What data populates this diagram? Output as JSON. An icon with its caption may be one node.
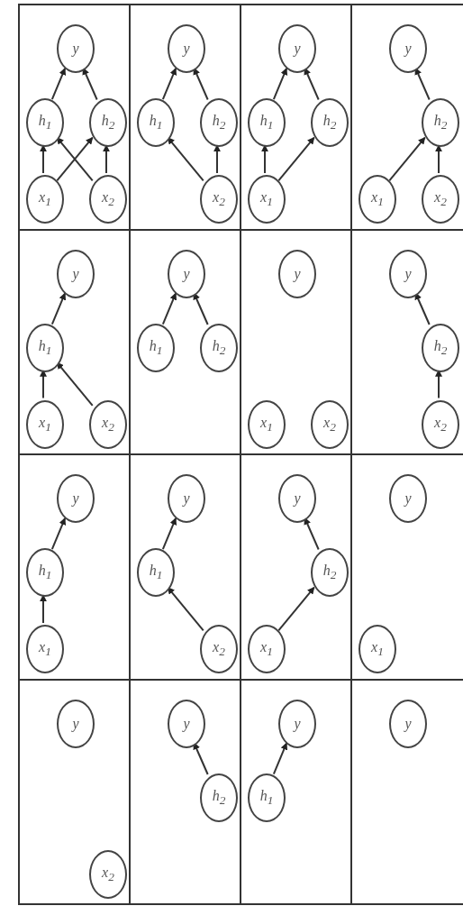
{
  "diagram": {
    "nodes": [
      {
        "text": [],
        "shape": "box"
      },
      {
        "text": [
          "y"
        ],
        "in": 0
      },
      {
        "text": [
          "h$_{1}$"
        ],
        "in": 0
      },
      {
        "text": [
          "h$_{2}$"
        ],
        "in": 0
      },
      {
        "text": [
          "x$_{1}$"
        ],
        "in": 0
      },
      {
        "text": [
          "x$_{2}$"
        ],
        "in": 0
      },
      {
        "text": [],
        "shape": "box"
      },
      {
        "text": [
          "y"
        ],
        "in": 6
      },
      {
        "text": [
          "h$_{1}$"
        ],
        "in": 6
      },
      {
        "text": [
          "h$_{2}$"
        ],
        "in": 6
      },
      {
        "text": [
          "x$_{2}$"
        ],
        "in": 6
      },
      {
        "text": [],
        "shape": "box"
      },
      {
        "text": [
          "y"
        ],
        "in": 11
      },
      {
        "text": [
          "h$_{1}$"
        ],
        "in": 11
      },
      {
        "text": [
          "h$_{2}$"
        ],
        "in": 11
      },
      {
        "text": [
          "x$_{1}$"
        ],
        "in": 11
      },
      {
        "text": [],
        "shape": "box"
      },
      {
        "text": [
          "y"
        ],
        "in": 16
      },
      {
        "text": [
          "h$_{2}$"
        ],
        "in": 16
      },
      {
        "text": [
          "x$_{1}$"
        ],
        "in": 16
      },
      {
        "text": [
          "x$_{2}$"
        ],
        "in": 16
      },
      {
        "text": [],
        "shape": "box"
      },
      {
        "text": [
          "y"
        ],
        "in": 21
      },
      {
        "text": [
          "h$_{1}$"
        ],
        "in": 21
      },
      {
        "text": [
          "x$_{1}$"
        ],
        "in": 21
      },
      {
        "text": [
          "x$_{2}$"
        ],
        "in": 21
      },
      {
        "text": [],
        "shape": "box"
      },
      {
        "text": [
          "y"
        ],
        "in": 26
      },
      {
        "text": [
          "h$_{1}$"
        ],
        "in": 26
      },
      {
        "text": [
          "h$_{2}$"
        ],
        "in": 26
      },
      {
        "text": [],
        "shape": "box"
      },
      {
        "text": [
          "y"
        ],
        "in": 30
      },
      {
        "text": [
          "x$_{1}$"
        ],
        "in": 30
      },
      {
        "text": [
          "x$_{2}$"
        ],
        "in": 30
      },
      {
        "text": [],
        "shape": "box"
      },
      {
        "text": [
          "y"
        ],
        "in": 34
      },
      {
        "text": [
          "h$_{2}$"
        ],
        "in": 34
      },
      {
        "text": [
          "x$_{2}$"
        ],
        "in": 34
      },
      {
        "text": [],
        "shape": "box"
      },
      {
        "text": [
          "y"
        ],
        "in": 38
      },
      {
        "text": [
          "h$_{1}$"
        ],
        "in": 38
      },
      {
        "text": [
          "x$_{1}$"
        ],
        "in": 38
      },
      {
        "text": [],
        "shape": "box"
      },
      {
        "text": [
          "y"
        ],
        "in": 42
      },
      {
        "text": [
          "h$_{1}$"
        ],
        "in": 42
      },
      {
        "text": [
          "x$_{2}$"
        ],
        "in": 42
      },
      {
        "text": [],
        "shape": "box"
      },
      {
        "text": [
          "y"
        ],
        "in": 46
      },
      {
        "text": [
          "h$_{2}$"
        ],
        "in": 46
      },
      {
        "text": [
          "x$_{1}$"
        ],
        "in": 46
      },
      {
        "text": [],
        "shape": "box"
      },
      {
        "text": [
          "y"
        ],
        "in": 50
      },
      {
        "text": [
          "x$_{1}$"
        ],
        "in": 50
      },
      {
        "text": [],
        "shape": "box"
      },
      {
        "text": [
          "y"
        ],
        "in": 53
      },
      {
        "text": [
          "x$_{2}$"
        ],
        "in": 53
      },
      {
        "text": [],
        "shape": "box"
      },
      {
        "text": [
          "y"
        ],
        "in": 56
      },
      {
        "text": [
          "h$_{2}$"
        ],
        "in": 56
      },
      {
        "text": [],
        "shape": "box"
      },
      {
        "text": [
          "y"
        ],
        "in": 59
      },
      {
        "text": [
          "h$_{1}$"
        ],
        "in": 59
      },
      {
        "text": [],
        "shape": "box"
      },
      {
        "text": [
          "y"
        ],
        "in": 62
      }
    ],
    "edges": [
      {
        "from": 4,
        "to": 2,
        "arrow": "to"
      },
      {
        "from": 4,
        "to": 3,
        "arrow": "to"
      },
      {
        "from": 5,
        "to": 2,
        "arrow": "to"
      },
      {
        "from": 5,
        "to": 3,
        "arrow": "to"
      },
      {
        "from": 2,
        "to": 1,
        "arrow": "to"
      },
      {
        "from": 3,
        "to": 1,
        "arrow": "to"
      },
      {
        "from": 10,
        "to": 8,
        "arrow": "to"
      },
      {
        "from": 10,
        "to": 9,
        "arrow": "to"
      },
      {
        "from": 8,
        "to": 7,
        "arrow": "to"
      },
      {
        "from": 9,
        "to": 7,
        "arrow": "to"
      },
      {
        "from": 15,
        "to": 13,
        "arrow": "to"
      },
      {
        "from": 15,
        "to": 14,
        "arrow": "to"
      },
      {
        "from": 13,
        "to": 12,
        "arrow": "to"
      },
      {
        "from": 14,
        "to": 12,
        "arrow": "to"
      },
      {
        "from": 19,
        "to": 18,
        "arrow": "to"
      },
      {
        "from": 20,
        "to": 18,
        "arrow": "to"
      },
      {
        "from": 18,
        "to": 17,
        "arrow": "to"
      },
      {
        "from": 24,
        "to": 23,
        "arrow": "to"
      },
      {
        "from": 25,
        "to": 23,
        "arrow": "to"
      },
      {
        "from": 23,
        "to": 22,
        "arrow": "to"
      },
      {
        "from": 28,
        "to": 27,
        "arrow": "to"
      },
      {
        "from": 29,
        "to": 27,
        "arrow": "to"
      },
      {
        "from": 37,
        "to": 36,
        "arrow": "to"
      },
      {
        "from": 36,
        "to": 35,
        "arrow": "to"
      },
      {
        "from": 41,
        "to": 40,
        "arrow": "to"
      },
      {
        "from": 40,
        "to": 39,
        "arrow": "to"
      },
      {
        "from": 45,
        "to": 44,
        "arrow": "to"
      },
      {
        "from": 44,
        "to": 43,
        "arrow": "to"
      },
      {
        "from": 49,
        "to": 48,
        "arrow": "to"
      },
      {
        "from": 48,
        "to": 47,
        "arrow": "to"
      },
      {
        "from": 58,
        "to": 57,
        "arrow": "to"
      },
      {
        "from": 61,
        "to": 60,
        "arrow": "to"
      }
    ]
  }
}
